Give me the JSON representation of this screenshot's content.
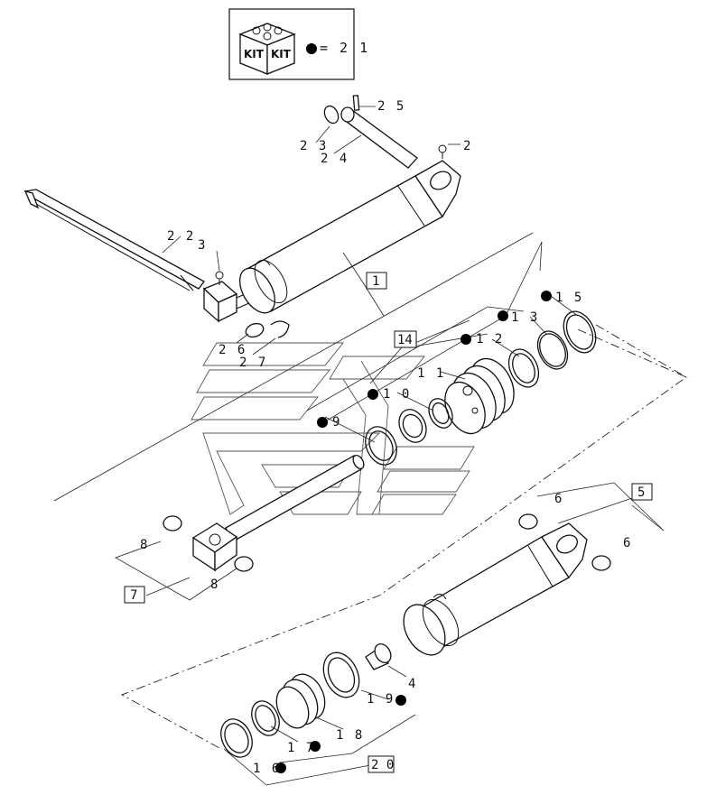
{
  "kit_box": {
    "kit_label_left": "KIT",
    "kit_label_right": "KIT",
    "kit_ref": "= 2 1"
  },
  "callouts": [
    {
      "id": "c1",
      "label": "1",
      "boxed": true
    },
    {
      "id": "c2",
      "label": "2",
      "boxed": false
    },
    {
      "id": "c3",
      "label": "3",
      "boxed": false
    },
    {
      "id": "c4",
      "label": "4",
      "boxed": false
    },
    {
      "id": "c5",
      "label": "5",
      "boxed": true
    },
    {
      "id": "c6a",
      "label": "6",
      "boxed": false
    },
    {
      "id": "c6b",
      "label": "6",
      "boxed": false
    },
    {
      "id": "c7",
      "label": "7",
      "boxed": true
    },
    {
      "id": "c8a",
      "label": "8",
      "boxed": false
    },
    {
      "id": "c8b",
      "label": "8",
      "boxed": false
    },
    {
      "id": "c9",
      "label": "9",
      "boxed": false,
      "kit": true
    },
    {
      "id": "c10",
      "label": "1 0",
      "boxed": false,
      "kit": true
    },
    {
      "id": "c11",
      "label": "1 1",
      "boxed": false
    },
    {
      "id": "c12",
      "label": "1 2",
      "boxed": false,
      "kit": true
    },
    {
      "id": "c13",
      "label": "1 3",
      "boxed": false,
      "kit": true
    },
    {
      "id": "c14",
      "label": "14",
      "boxed": true
    },
    {
      "id": "c15",
      "label": "1 5",
      "boxed": false,
      "kit": true
    },
    {
      "id": "c16",
      "label": "1 6",
      "boxed": false,
      "kit": true
    },
    {
      "id": "c17",
      "label": "1 7",
      "boxed": false,
      "kit": true
    },
    {
      "id": "c18",
      "label": "1 8",
      "boxed": false
    },
    {
      "id": "c19",
      "label": "1 9",
      "boxed": false,
      "kit": true
    },
    {
      "id": "c20",
      "label": "2 0",
      "boxed": true
    },
    {
      "id": "c22",
      "label": "2 2",
      "boxed": false
    },
    {
      "id": "c23",
      "label": "2 3",
      "boxed": false
    },
    {
      "id": "c24",
      "label": "2 4",
      "boxed": false
    },
    {
      "id": "c25",
      "label": "2 5",
      "boxed": false
    },
    {
      "id": "c26",
      "label": "2 6",
      "boxed": false
    },
    {
      "id": "c27",
      "label": "2 7",
      "boxed": false
    }
  ],
  "colors": {
    "line": "#111111",
    "background": "#ffffff",
    "kit_dot": "#000000"
  }
}
